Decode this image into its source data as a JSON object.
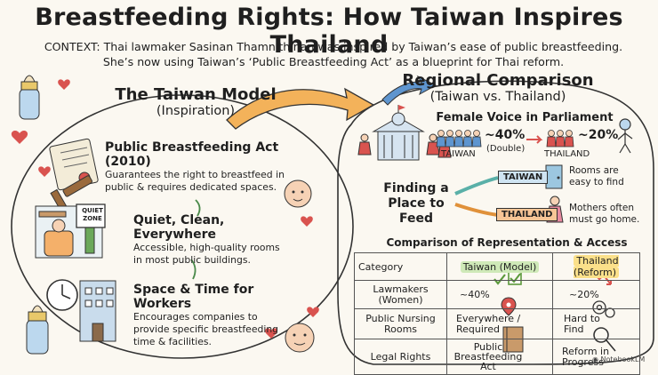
{
  "title": "Breastfeeding Rights: How Taiwan Inspires Thailand",
  "context_line1": "CONTEXT: Thai lawmaker Sasinan Thamnithinan was inspired by Taiwan’s ease of public breastfeeding.",
  "context_line2": "She’s now using Taiwan’s ‘Public Breastfeeding Act’ as a blueprint for Thai reform.",
  "taiwan_model": {
    "title": "The Taiwan Model",
    "subtitle": "(Inspiration)",
    "features": [
      {
        "title": "Public Breastfeeding Act (2010)",
        "line1": "Guarantees the right to breastfeed in",
        "line2": "public & requires dedicated spaces."
      },
      {
        "title": "Quiet, Clean, Everywhere",
        "line1": "Accessible, high-quality rooms",
        "line2": "in most public buildings."
      },
      {
        "title": "Space & Time for Workers",
        "line1": "Encourages companies to",
        "line2": "provide specific breastfeeding",
        "line3": "time & facilities."
      }
    ],
    "sign_line1": "QUIET",
    "sign_line2": "ZONE"
  },
  "regional": {
    "title": "Regional Comparison",
    "subtitle": "(Taiwan vs. Thailand)",
    "female_voice": {
      "title": "Female Voice in Parliament",
      "taiwan_label": "TAIWAN",
      "taiwan_pct": "~40%",
      "taiwan_note": "(Double)",
      "thailand_label": "THAILAND",
      "thailand_pct": "~20%"
    },
    "finding": {
      "line1": "Finding a",
      "line2": "Place to Feed",
      "taiwan_tag": "TAIWAN",
      "thailand_tag": "THAILAND",
      "taiwan_note1": "Rooms are",
      "taiwan_note2": "easy to find",
      "thailand_note1": "Mothers often",
      "thailand_note2": "must go home."
    },
    "table": {
      "title": "Comparison of Representation & Access",
      "headers": [
        "Category",
        "Taiwan (Model)",
        "Thailand (Reform)"
      ],
      "rows": [
        {
          "cat1": "Lawmakers",
          "cat2": "(Women)",
          "tw1": "~40%",
          "tw2": "",
          "th1": "~20%",
          "th2": ""
        },
        {
          "cat1": "Public Nursing",
          "cat2": "Rooms",
          "tw1": "Everywhere /",
          "tw2": "Required",
          "th1": "Hard to",
          "th2": "Find"
        },
        {
          "cat1": "Legal Rights",
          "cat2": "",
          "tw1": "Public",
          "tw2": "Breastfeeding",
          "tw3": "Act",
          "th1": "Reform in",
          "th2": "Progress"
        }
      ]
    }
  },
  "watermark": "NotebookLM",
  "colors": {
    "accent_blue": "#4a7fbf",
    "accent_orange": "#e0913a",
    "heart": "#d9534f",
    "green": "#5c9a3c"
  }
}
